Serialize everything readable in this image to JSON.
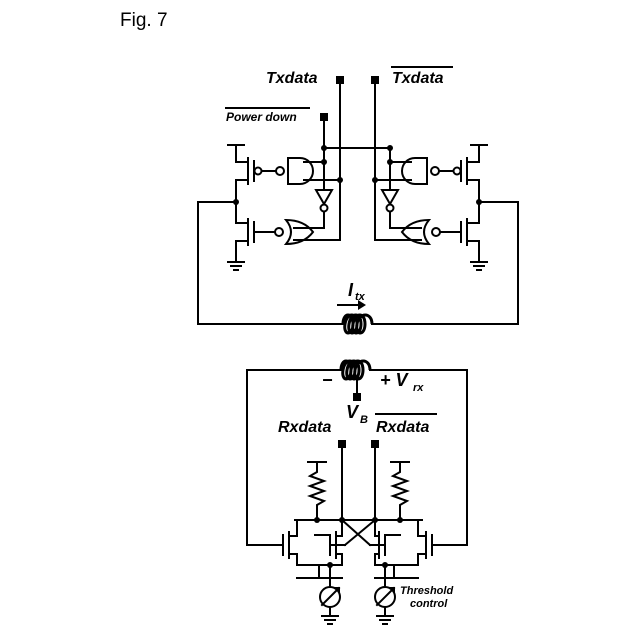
{
  "figure": {
    "title": "Fig. 7"
  },
  "labels": {
    "txdata": "Txdata",
    "txdata_bar": "Txdata",
    "power_down": "Power down",
    "itx_main": "I",
    "itx_sub": "tx",
    "minus": "−",
    "vrx_plus": "+ V",
    "vrx_sub": "rx",
    "vb_main": "V",
    "vb_sub": "B",
    "rxdata": "Rxdata",
    "rxdata_bar": "Rxdata",
    "threshold_line1": "Threshold",
    "threshold_line2": "control"
  }
}
